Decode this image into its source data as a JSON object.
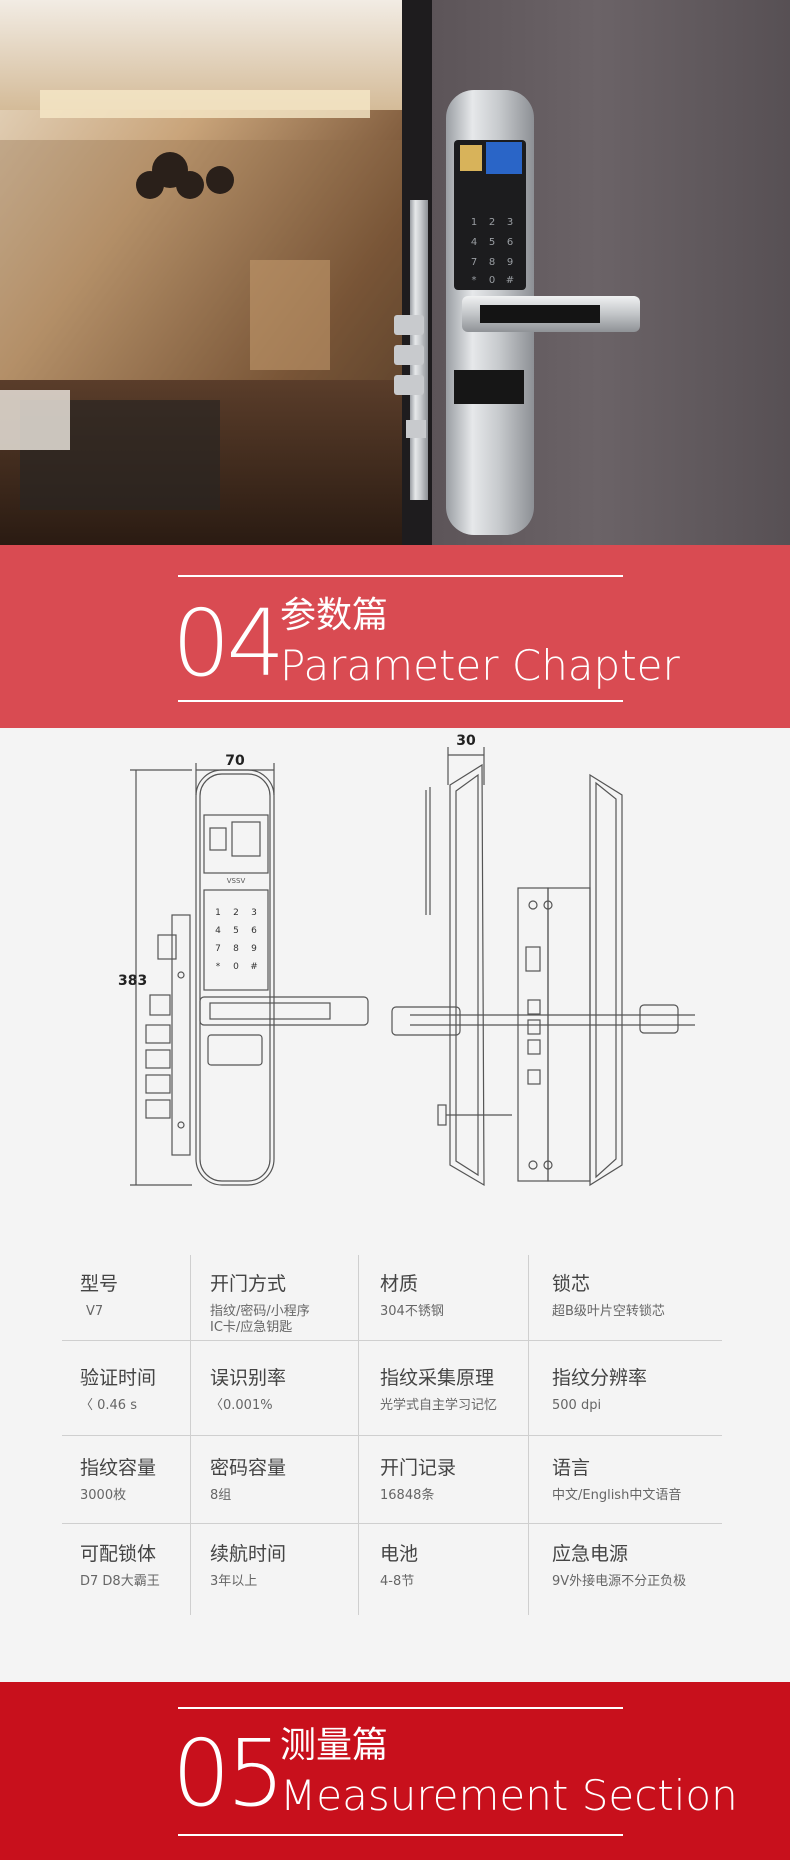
{
  "hero": {
    "keypad_keys": [
      "1",
      "2",
      "3",
      "4",
      "5",
      "6",
      "7",
      "8",
      "9",
      "*",
      "0",
      "#"
    ]
  },
  "section4": {
    "number": "04",
    "title_cn": "参数篇",
    "title_en": "Parameter Chapter",
    "bg_color": "#d94b52"
  },
  "diagram": {
    "width_label": "70",
    "height_label": "383",
    "depth_label": "30",
    "keypad_keys": [
      "1",
      "2",
      "3",
      "4",
      "5",
      "6",
      "7",
      "8",
      "9",
      "*",
      "0",
      "#"
    ]
  },
  "specs": [
    {
      "label": "型号",
      "value": "V7"
    },
    {
      "label": "开门方式",
      "value": "指纹/密码/小程序",
      "value2": "IC卡/应急钥匙"
    },
    {
      "label": "材质",
      "value": "304不锈钢"
    },
    {
      "label": "锁芯",
      "value": "超B级叶片空转锁芯"
    },
    {
      "label": "验证时间",
      "value": "〈 0.46 s"
    },
    {
      "label": "误识别率",
      "value": "〈0.001%"
    },
    {
      "label": "指纹采集原理",
      "value": "光学式自主学习记忆"
    },
    {
      "label": "指纹分辨率",
      "value": "500 dpi"
    },
    {
      "label": "指纹容量",
      "value": "3000枚"
    },
    {
      "label": "密码容量",
      "value": "8组"
    },
    {
      "label": "开门记录",
      "value": "16848条"
    },
    {
      "label": "语言",
      "value": "中文/English中文语音"
    },
    {
      "label": "可配锁体",
      "value": "D7  D8大霸王"
    },
    {
      "label": "续航时间",
      "value": "3年以上"
    },
    {
      "label": "电池",
      "value": "4-8节"
    },
    {
      "label": "应急电源",
      "value": "9V外接电源不分正负极"
    }
  ],
  "section5": {
    "number": "05",
    "title_cn": "测量篇",
    "title_en": "Measurement Section",
    "bg_color": "#c8101c"
  }
}
